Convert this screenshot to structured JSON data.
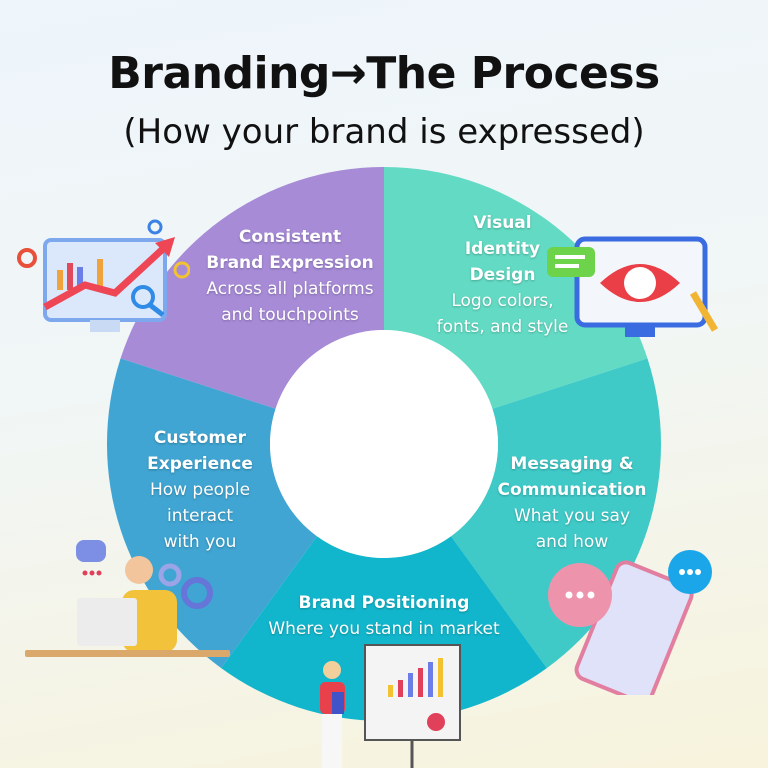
{
  "header": {
    "title": "Branding→The Process",
    "subtitle": "(How your brand is expressed)"
  },
  "segments": [
    {
      "title": "Consistent Brand Expression",
      "title_lines": [
        "Consistent",
        "Brand Expression"
      ],
      "desc_lines": [
        "Across all platforms",
        "and touchpoints"
      ],
      "color": "#a78bd7"
    },
    {
      "title": "Visual Identity Design",
      "title_lines": [
        "Visual",
        "Identity",
        "Design"
      ],
      "desc_lines": [
        "Logo colors,",
        "fonts, and style"
      ],
      "color": "#63dbc4"
    },
    {
      "title": "Messaging & Communication",
      "title_lines": [
        "Messaging &",
        "Communication"
      ],
      "desc_lines": [
        "What you say",
        "and how"
      ],
      "color": "#3fcac8"
    },
    {
      "title": "Brand Positioning",
      "title_lines": [
        "Brand Positioning"
      ],
      "desc_lines": [
        "Where you stand in market"
      ],
      "color": "#12b6cc"
    },
    {
      "title": "Customer Experience",
      "title_lines": [
        "Customer",
        "Experience"
      ],
      "desc_lines": [
        "How people",
        "interact",
        "with you"
      ],
      "color": "#40a5d2"
    }
  ],
  "illustrations": [
    "analytics-monitor-icon",
    "eye-monitor-icon",
    "chat-phone-icon",
    "presenter-chart-icon",
    "support-agent-icon"
  ]
}
